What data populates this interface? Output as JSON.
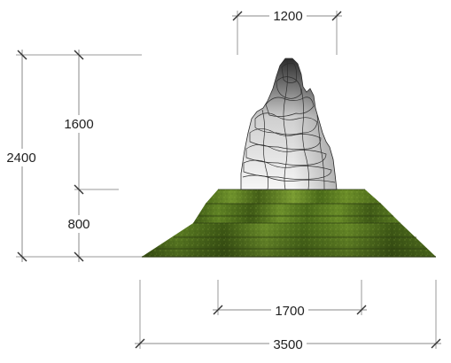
{
  "dimensions": {
    "rock_width": "1200",
    "total_height": "2400",
    "rock_height": "1600",
    "base_height": "800",
    "top_tier_width": "1700",
    "base_width": "3500"
  },
  "colors": {
    "grass_dark": "#3f5a16",
    "grass_mid": "#5b7d22",
    "grass_light": "#7a9c32",
    "rock_dark": "#2b2b2b",
    "rock_light": "#f4f4f4",
    "dimension_line": "#8a8a8a",
    "text": "#222222"
  }
}
